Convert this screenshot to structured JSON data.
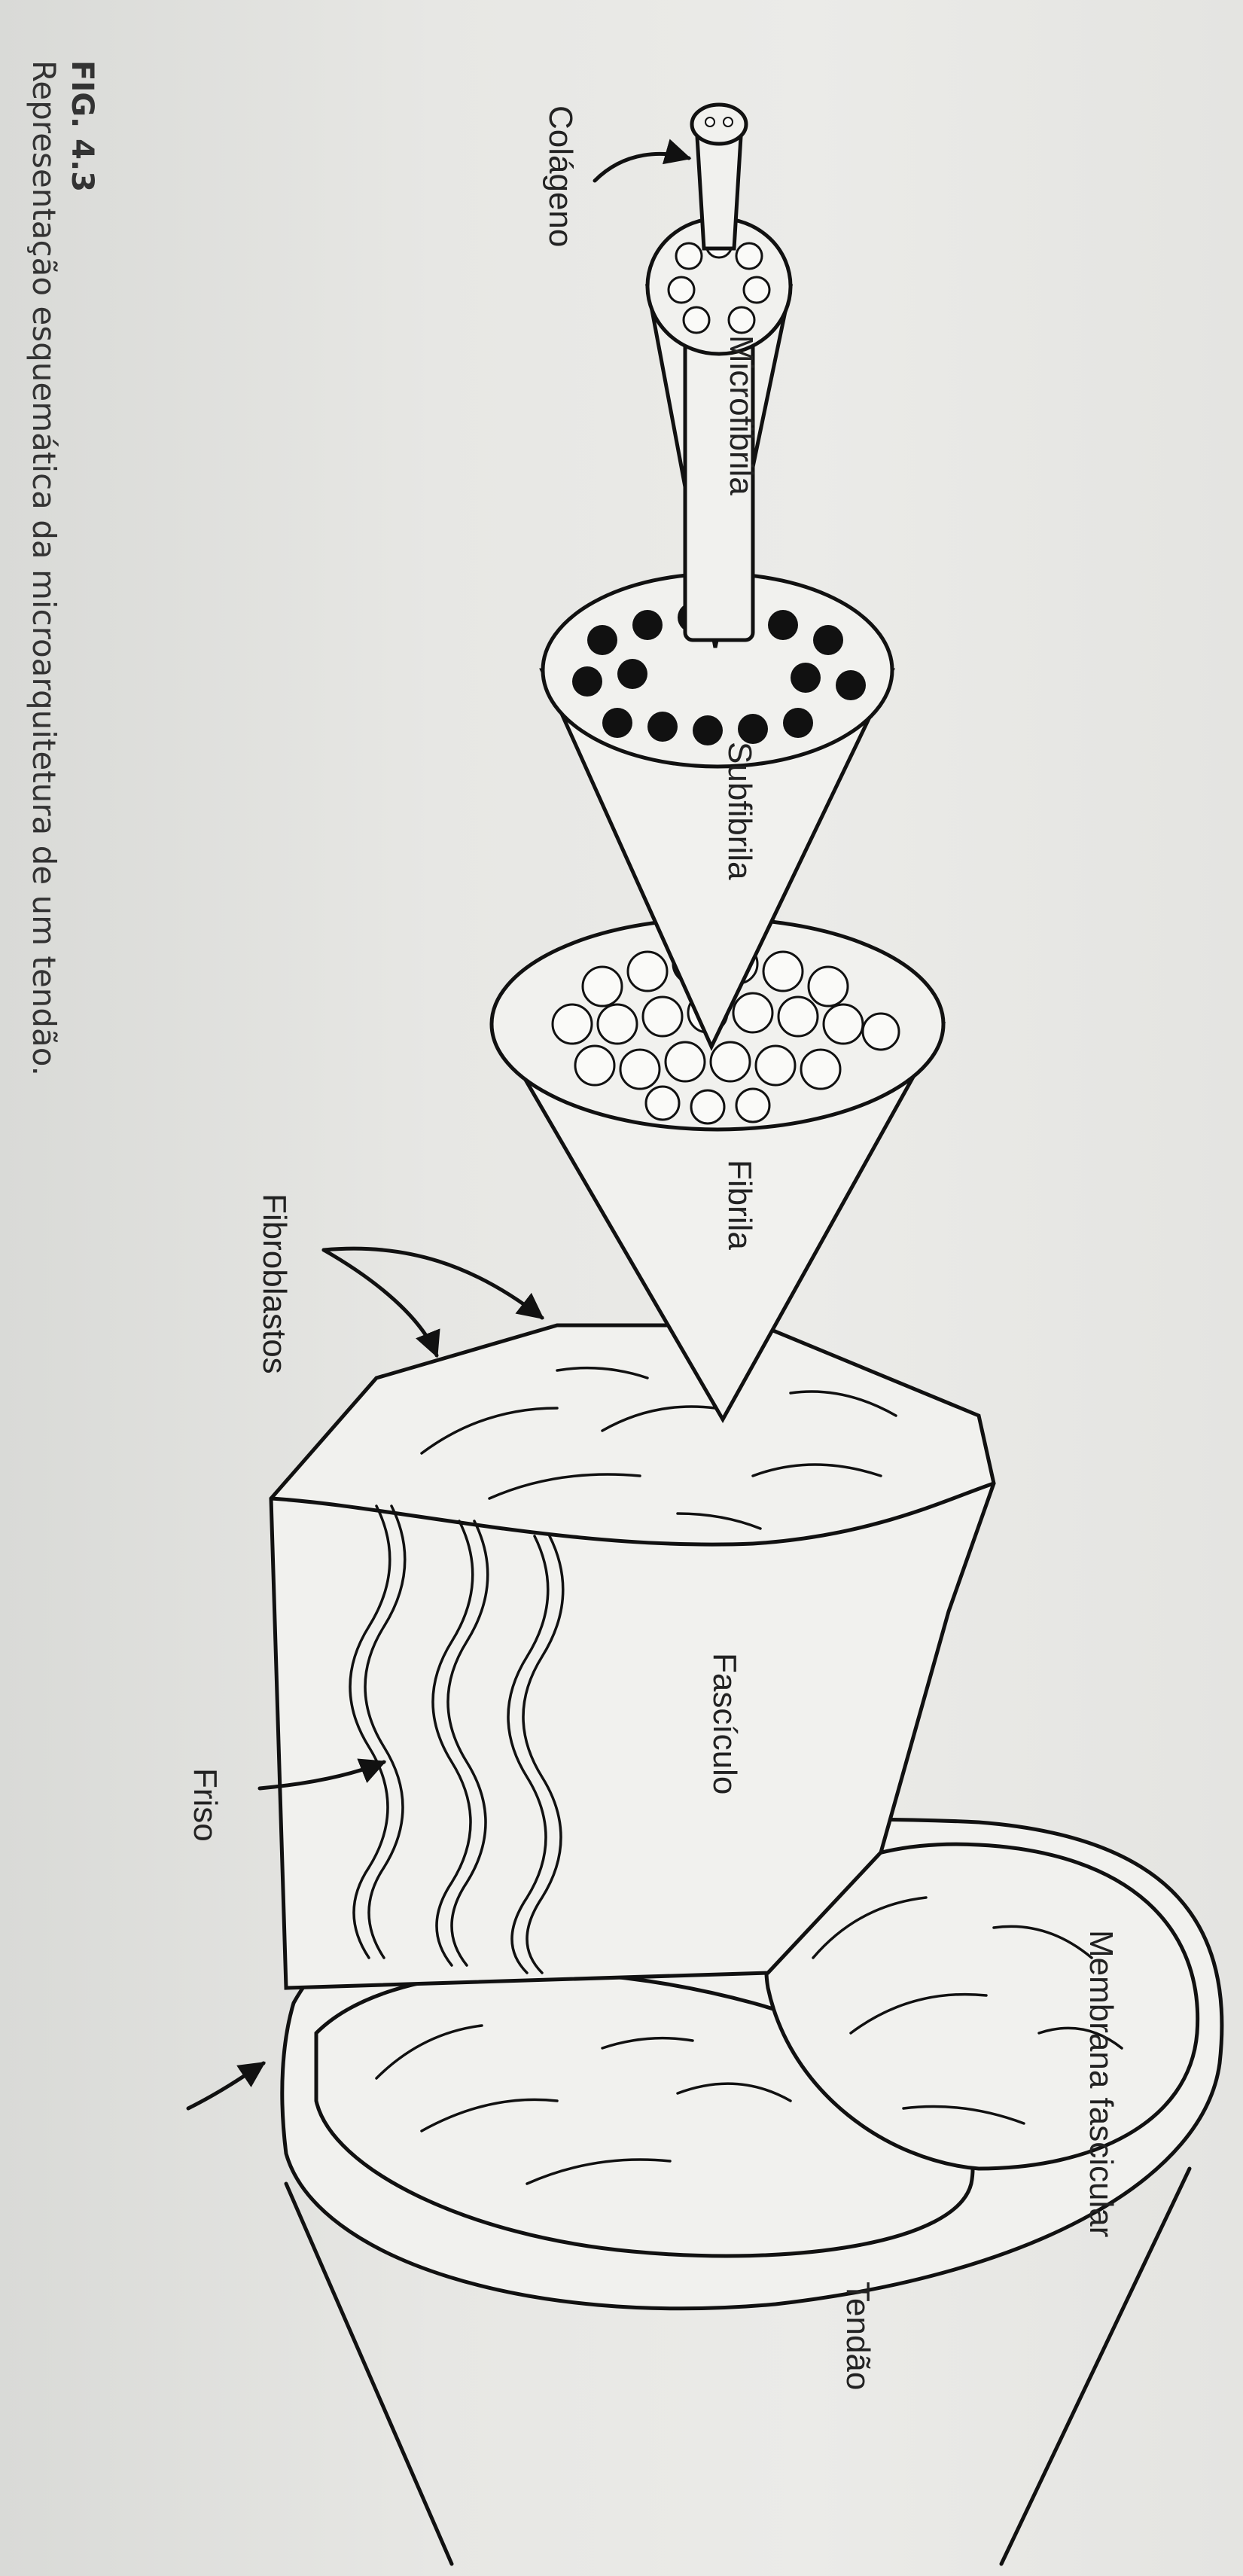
{
  "figure": {
    "number": "FIG. 4.3",
    "caption": "Representação esquemática da microarquitetura de um tendão."
  },
  "labels": {
    "colageno": "Colágeno",
    "microfibrila": "Microfibrila",
    "subfibrila": "Subfibrila",
    "fibrila": "Fibrila",
    "fibroblastos": "Fibroblastos",
    "fasciculo": "Fascículo",
    "friso": "Friso",
    "membrana_fascicular": "Membrana fascicular",
    "tendao": "Tendão"
  }
}
